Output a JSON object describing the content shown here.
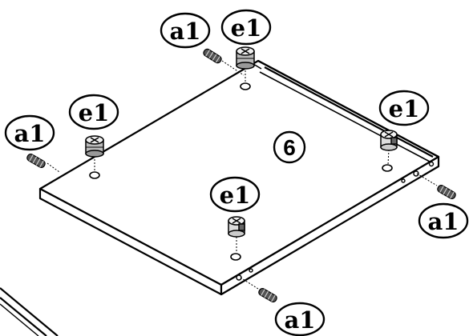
{
  "panel": {
    "number": "6"
  },
  "parts": {
    "dowel_code": "a1",
    "cam_code": "e1"
  },
  "callouts": [
    {
      "id": "a1-top",
      "text": "a1"
    },
    {
      "id": "e1-top",
      "text": "e1"
    },
    {
      "id": "a1-left",
      "text": "a1"
    },
    {
      "id": "e1-left",
      "text": "e1"
    },
    {
      "id": "e1-right",
      "text": "e1"
    },
    {
      "id": "e1-center",
      "text": "e1"
    },
    {
      "id": "a1-right",
      "text": "a1"
    },
    {
      "id": "a1-bottom",
      "text": "a1"
    }
  ]
}
